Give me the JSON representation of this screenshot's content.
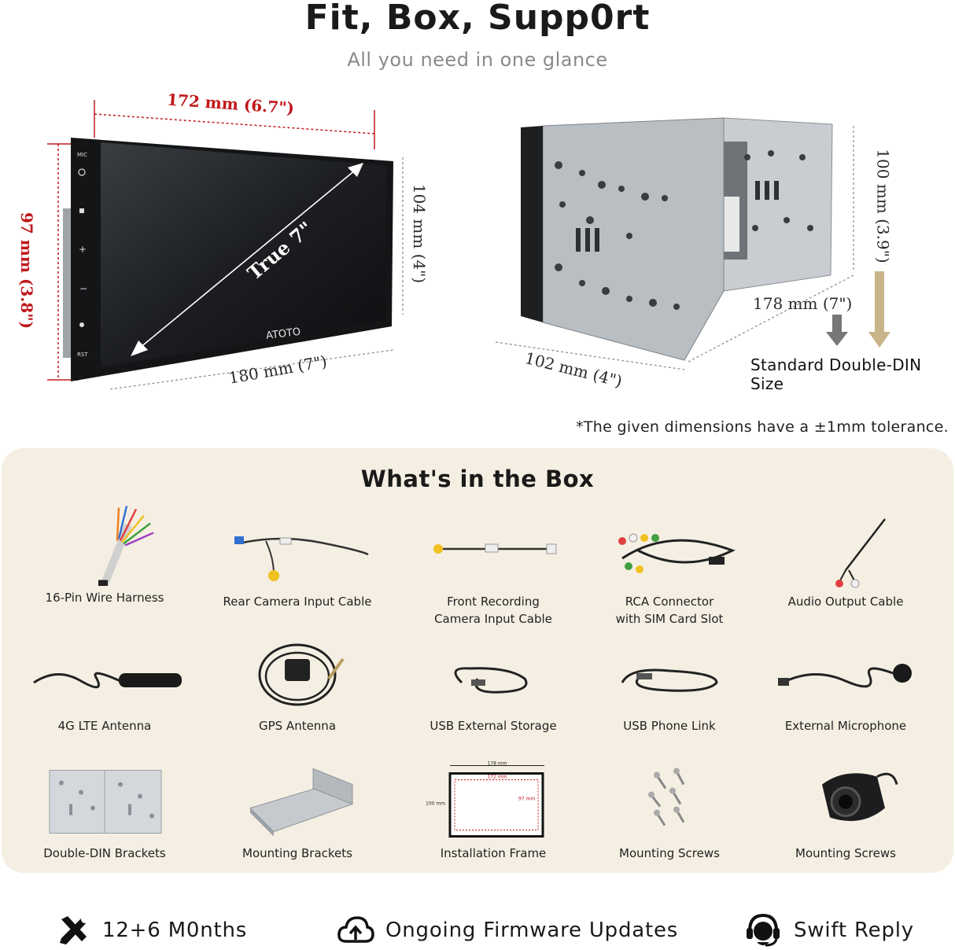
{
  "header": {
    "title": "Fit, Box, Supp0rt",
    "subtitle": "All you need in one glance"
  },
  "dimensions": {
    "screen_width": "172 mm (6.7\")",
    "screen_height": "97 mm (3.8\")",
    "unit_height": "104 mm (4\")",
    "unit_width": "180 mm (7\")",
    "diagonal": "True 7\"",
    "brand": "ATOTO",
    "chassis_height": "100 mm (3.9\")",
    "chassis_width": "178 mm (7\")",
    "chassis_depth": "102 mm (4\")",
    "din_caption": "Standard Double-DIN Size",
    "tolerance_note": "*The given dimensions have a ±1mm tolerance.",
    "side_button_labels": [
      "MIC",
      "RST"
    ]
  },
  "box": {
    "heading": "What's in the Box",
    "items": [
      {
        "label": "16-Pin Wire Harness"
      },
      {
        "label": "Rear Camera Input Cable"
      },
      {
        "label": "Front Recording\nCamera Input Cable"
      },
      {
        "label": "RCA Connector\nwith SIM Card Slot"
      },
      {
        "label": "Audio Output Cable"
      },
      {
        "label": "4G LTE Antenna"
      },
      {
        "label": "GPS Antenna"
      },
      {
        "label": "USB External Storage"
      },
      {
        "label": "USB Phone Link"
      },
      {
        "label": "External Microphone"
      },
      {
        "label": "Double-DIN Brackets"
      },
      {
        "label": "Mounting Brackets"
      },
      {
        "label": "Installation Frame"
      },
      {
        "label": "Mounting Screws"
      },
      {
        "label": "Mounting Screws"
      }
    ],
    "frame_labels": {
      "outer_w": "178 mm",
      "inner_w": "172 mm",
      "outer_h": "100 mm",
      "inner_h": "97 mm"
    }
  },
  "footer": {
    "warranty": "12+6 M0nths",
    "firmware": "Ongoing Firmware Updates",
    "support": "Swift Reply"
  },
  "colors": {
    "accent_red": "#c0181c",
    "panel_bg": "#f5efe3",
    "arrow_gold": "#c9b48a"
  }
}
